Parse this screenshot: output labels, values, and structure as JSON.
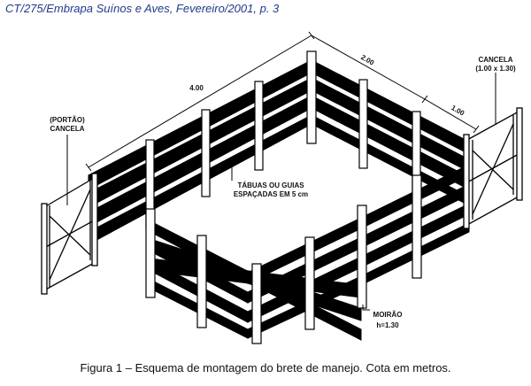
{
  "header": "CT/275/Embrapa Suínos e Aves, Fevereiro/2001, p. 3",
  "caption": "Figura 1 – Esquema de montagem do brete de manejo. Cota em metros.",
  "labels": {
    "dim_400": "4.00",
    "dim_200": "2.00",
    "dim_100": "1.00",
    "cancela_right": "CANCELA",
    "cancela_right_size": "(1.00 x 1.30)",
    "portao": "(PORTÃO)",
    "cancela_left": "CANCELA",
    "tabuas_1": "TÁBUAS OU GUIAS",
    "tabuas_2": "ESPAÇADAS EM 5 cm",
    "moirao": "MOIRÃO",
    "moirao_h": "h=1.30"
  },
  "colors": {
    "header": "#1f3a8a",
    "line": "#000000",
    "board": "#000000"
  }
}
